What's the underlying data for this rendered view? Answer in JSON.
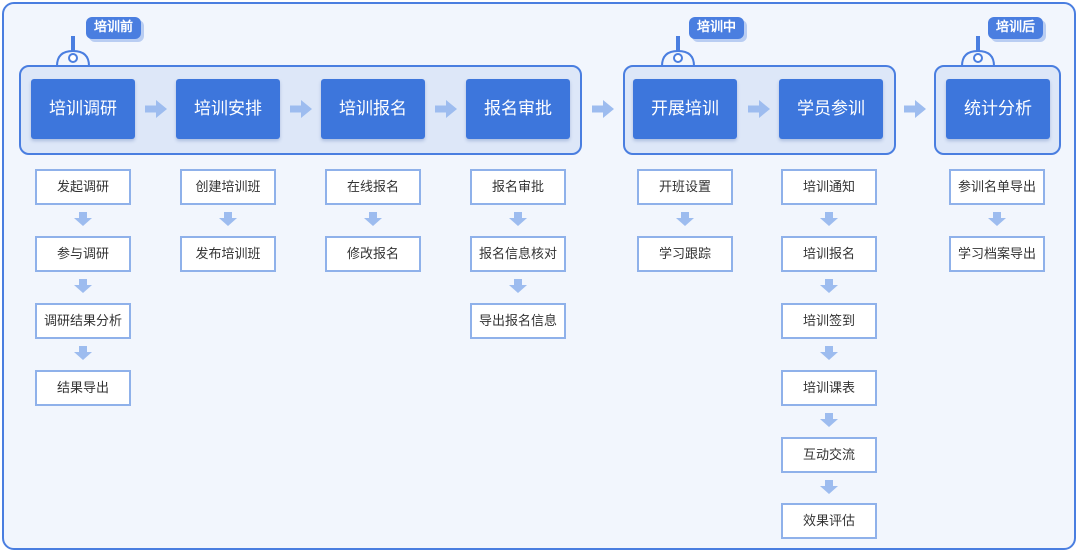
{
  "phases": [
    {
      "tag": "培训前",
      "stages": [
        {
          "label": "培训调研",
          "steps": [
            "发起调研",
            "参与调研",
            "调研结果分析",
            "结果导出"
          ]
        },
        {
          "label": "培训安排",
          "steps": [
            "创建培训班",
            "发布培训班"
          ]
        },
        {
          "label": "培训报名",
          "steps": [
            "在线报名",
            "修改报名"
          ]
        },
        {
          "label": "报名审批",
          "steps": [
            "报名审批",
            "报名信息核对",
            "导出报名信息"
          ]
        }
      ]
    },
    {
      "tag": "培训中",
      "stages": [
        {
          "label": "开展培训",
          "steps": [
            "开班设置",
            "学习跟踪"
          ]
        },
        {
          "label": "学员参训",
          "steps": [
            "培训通知",
            "培训报名",
            "培训签到",
            "培训课表",
            "互动交流",
            "效果评估"
          ]
        }
      ]
    },
    {
      "tag": "培训后",
      "stages": [
        {
          "label": "统计分析",
          "steps": [
            "参训名单导出",
            "学习档案导出"
          ]
        }
      ]
    }
  ],
  "colors": {
    "primary": "#3d76dc",
    "border": "#4a7ee0",
    "arrow": "#9dbcef",
    "sub_border": "#8fb1ea"
  }
}
